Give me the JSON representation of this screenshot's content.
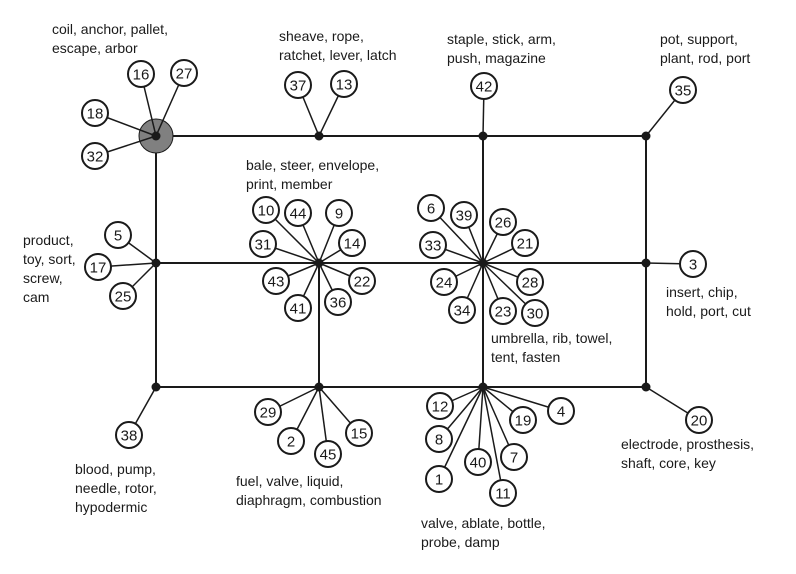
{
  "colors": {
    "line": "#1a1a1a",
    "circle_fill": "#ffffff",
    "hub_highlight": "#808080"
  },
  "hubs": [
    {
      "id": "hub-top-left",
      "highlighted": true,
      "nodes": [
        "16",
        "27",
        "18",
        "32"
      ]
    },
    {
      "id": "hub-top-mid-left",
      "highlighted": false,
      "nodes": [
        "37",
        "13"
      ]
    },
    {
      "id": "hub-top-mid-right",
      "highlighted": false,
      "nodes": [
        "42"
      ]
    },
    {
      "id": "hub-top-right",
      "highlighted": false,
      "nodes": [
        "35"
      ]
    },
    {
      "id": "hub-mid-left",
      "highlighted": false,
      "nodes": [
        "5",
        "17",
        "25"
      ]
    },
    {
      "id": "hub-center-left",
      "highlighted": false,
      "nodes": [
        "10",
        "44",
        "9",
        "31",
        "14",
        "43",
        "22",
        "41",
        "36"
      ]
    },
    {
      "id": "hub-center-right",
      "highlighted": false,
      "nodes": [
        "6",
        "39",
        "26",
        "33",
        "21",
        "24",
        "28",
        "34",
        "23",
        "30"
      ]
    },
    {
      "id": "hub-mid-right",
      "highlighted": false,
      "nodes": [
        "3"
      ]
    },
    {
      "id": "hub-bottom-left",
      "highlighted": false,
      "nodes": [
        "38"
      ]
    },
    {
      "id": "hub-bottom-mid-left",
      "highlighted": false,
      "nodes": [
        "29",
        "2",
        "45",
        "15"
      ]
    },
    {
      "id": "hub-bottom-mid-right",
      "highlighted": false,
      "nodes": [
        "12",
        "8",
        "19",
        "4",
        "40",
        "7",
        "1",
        "11"
      ]
    },
    {
      "id": "hub-bottom-right",
      "highlighted": false,
      "nodes": [
        "20"
      ]
    }
  ],
  "labels": {
    "top_left": [
      "coil, anchor, pallet,",
      "escape, arbor"
    ],
    "top_mid_left": [
      "sheave, rope,",
      "ratchet, lever, latch"
    ],
    "top_mid_right": [
      "staple, stick, arm,",
      "push, magazine"
    ],
    "top_right": [
      "pot, support,",
      "plant, rod, port"
    ],
    "center_left": [
      "bale, steer, envelope,",
      "print, member"
    ],
    "mid_left": [
      "product,",
      "toy, sort,",
      "screw,",
      "cam"
    ],
    "mid_right": [
      "insert, chip,",
      "hold, port, cut"
    ],
    "center_right": [
      "umbrella, rib, towel,",
      "tent, fasten"
    ],
    "bottom_left": [
      "blood, pump,",
      "needle, rotor,",
      "hypodermic"
    ],
    "bottom_mid_left": [
      "fuel, valve, liquid,",
      "diaphragm, combustion"
    ],
    "bottom_mid_right": [
      "valve, ablate, bottle,",
      "probe, damp"
    ],
    "bottom_right": [
      "electrode, prosthesis,",
      "shaft, core, key"
    ]
  }
}
